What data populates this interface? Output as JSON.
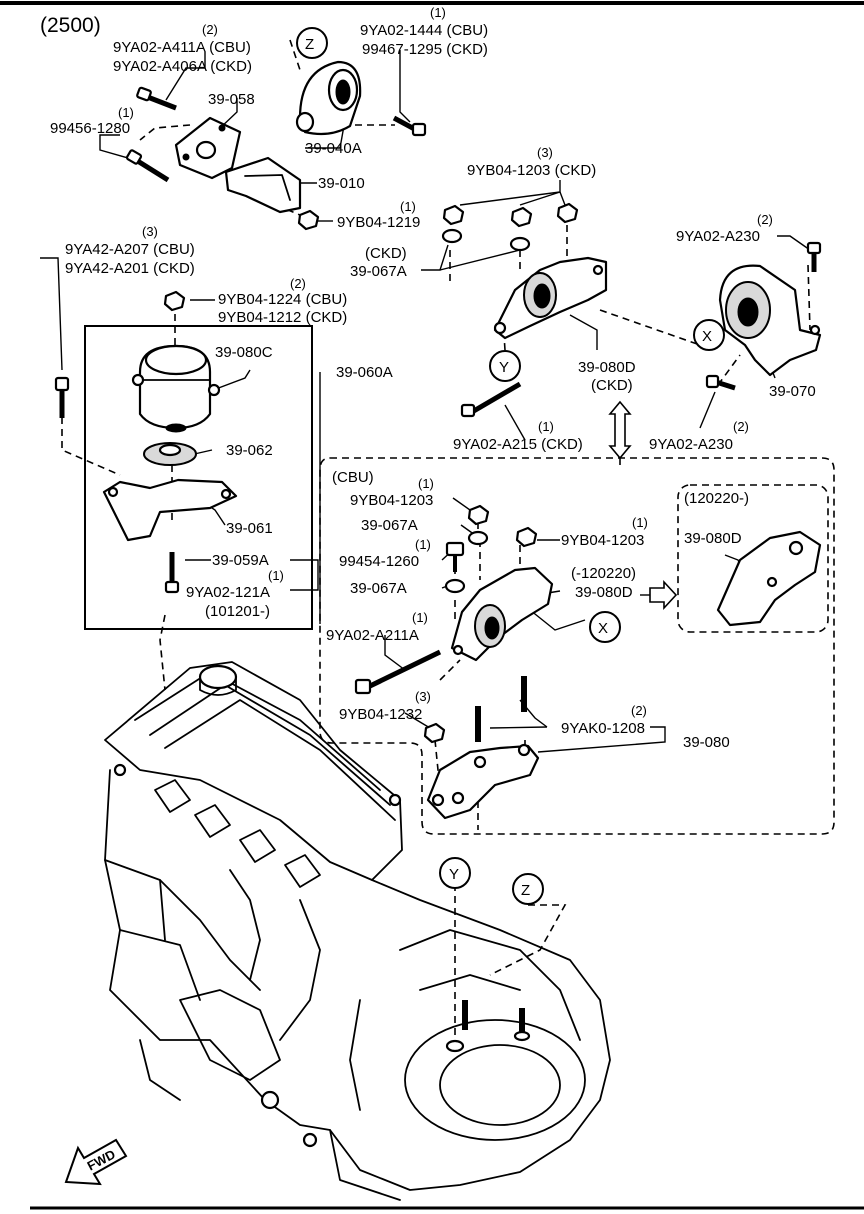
{
  "header": {
    "code": "(2500)"
  },
  "circle_markers": {
    "z": "Z",
    "y": "Y",
    "x": "X"
  },
  "labels": {
    "q_a411a": "(2)",
    "p_a411a": "9YA02-A411A (CBU)",
    "p_a406a": "9YA02-A406A (CKD)",
    "q_1444": "(1)",
    "p_1444": "9YA02-1444 (CBU)",
    "p_1295": "99467-1295 (CKD)",
    "p_39058": "39-058",
    "q_1280": "(1)",
    "p_1280": "99456-1280",
    "p_39040a": "39-040A",
    "p_39010": "39-010",
    "q_1219": "(1)",
    "p_1219": "9YB04-1219",
    "q_1203ckd": "(3)",
    "p_1203ckd": "9YB04-1203 (CKD)",
    "q_a207": "(3)",
    "p_a207": "9YA42-A207 (CBU)",
    "p_a201": "9YA42-A201 (CKD)",
    "p_ckd_tag": "(CKD)",
    "p_39067a_top": "39-067A",
    "q_a230_top": "(2)",
    "p_a230_top": "9YA02-A230",
    "q_1224": "(2)",
    "p_1224": "9YB04-1224 (CBU)",
    "p_1212": "9YB04-1212 (CKD)",
    "p_39080c": "39-080C",
    "p_39060a": "39-060A",
    "p_39080d_ckd": "39-080D",
    "p_ckd_paren": "(CKD)",
    "p_39070": "39-070",
    "p_39062": "39-062",
    "q_a215": "(1)",
    "p_a215": "9YA02-A215 (CKD)",
    "q_a230_bot": "(2)",
    "p_a230_bot": "9YA02-A230",
    "p_39061": "39-061",
    "p_cbu": "(CBU)",
    "p_120220": "(120220-)",
    "q_1203a": "(1)",
    "p_1203a": "9YB04-1203",
    "p_39067a_a": "39-067A",
    "q_1203b": "(1)",
    "p_1203b": "9YB04-1203",
    "p_39080d_box": "39-080D",
    "q_1260": "(1)",
    "p_1260": "99454-1260",
    "p_120220_minus": "(-120220)",
    "p_39067a_b": "39-067A",
    "p_39080d_cbu": "39-080D",
    "p_39059a": "39-059A",
    "q_121a": "(1)",
    "p_121a": "9YA02-121A",
    "p_101201": "(101201-)",
    "q_a211a": "(1)",
    "p_a211a": "9YA02-A211A",
    "q_1232": "(3)",
    "p_1232": "9YB04-1232",
    "q_1208": "(2)",
    "p_1208": "9YAK0-1208",
    "p_39080": "39-080",
    "fwd": "FWD"
  }
}
